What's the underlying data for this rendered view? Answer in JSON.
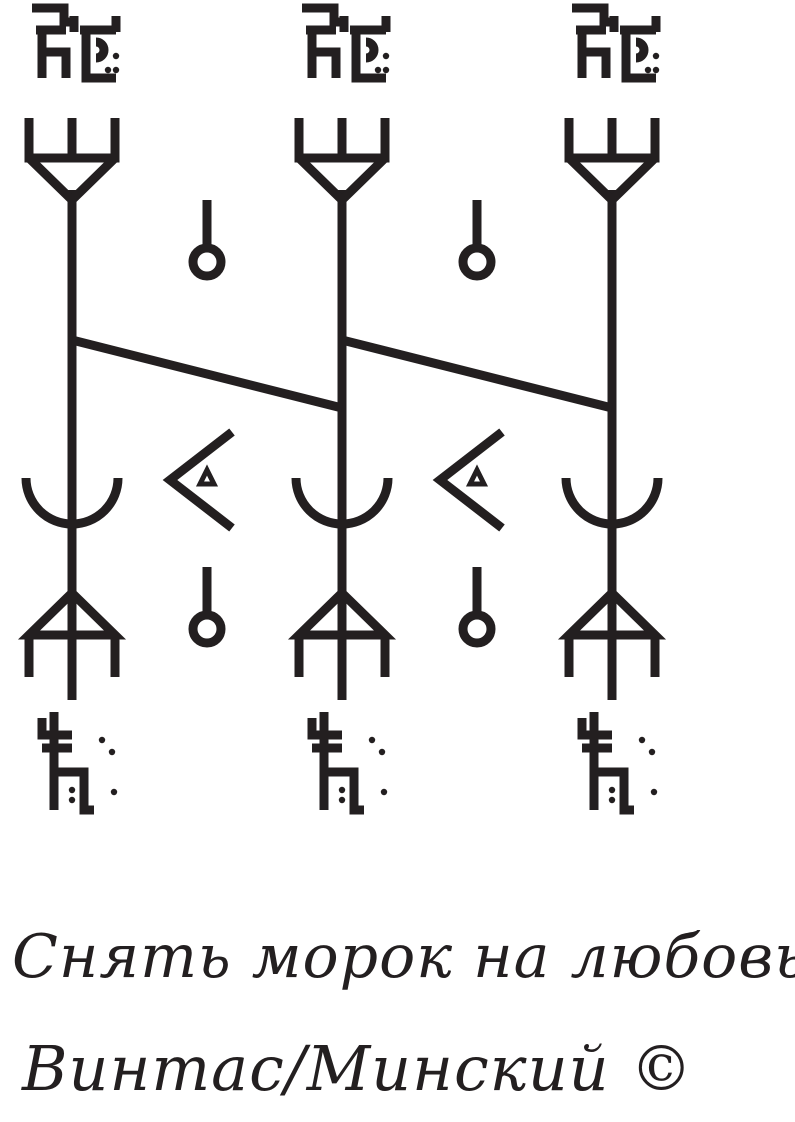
{
  "figure": {
    "ink_color": "#231f20",
    "background": "#ffffff",
    "columns": 3,
    "symbols": {
      "top_glyph": "runic-script-icon",
      "trident_top": "trident-down-icon",
      "pendant": "pendant-circle-icon",
      "arc": "crescent-arc-icon",
      "chevron": "chevron-triangle-icon",
      "trident_bottom": "trident-up-icon",
      "bottom_glyph": "runic-script-icon"
    }
  },
  "caption": {
    "title": "Снять морок на любовь",
    "author": "Винтас/Минский ©"
  }
}
